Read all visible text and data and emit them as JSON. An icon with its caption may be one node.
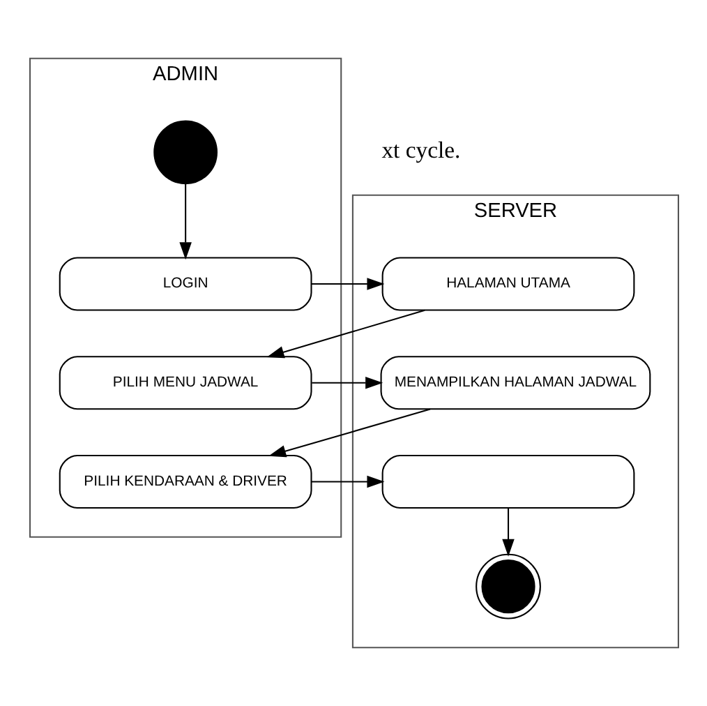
{
  "diagram": {
    "nodes": [
      {
        "text": [
          "ADMIN"
        ]
      },
      {
        "text": [
          "SERVER"
        ]
      },
      {
        "text": [],
        "shape": "circle",
        "in": 0
      },
      {
        "text": [
          "LOGIN"
        ],
        "in": 0
      },
      {
        "text": [
          "HALAMAN UTAMA"
        ],
        "in": 1
      },
      {
        "text": [
          "PILIH MENU JADWAL"
        ],
        "in": 0
      },
      {
        "text": [
          "MENAMPILKAN HALAMAN JADWAL"
        ],
        "in": 1
      },
      {
        "text": [
          "PILIH KENDARAAN & DRIVER"
        ],
        "in": 0
      },
      {
        "text": [],
        "shape": "box",
        "in": 1
      },
      {
        "text": [],
        "shape": "circle",
        "in": 1
      }
    ],
    "edges": [
      {
        "from": 2,
        "to": 3,
        "arrow": "to"
      },
      {
        "from": 3,
        "to": 4,
        "arrow": "to"
      },
      {
        "from": 4,
        "to": 5,
        "arrow": "to"
      },
      {
        "from": 5,
        "to": 6,
        "arrow": "to"
      },
      {
        "from": 6,
        "to": 7,
        "arrow": "to"
      },
      {
        "from": 7,
        "to": 8,
        "arrow": "to"
      },
      {
        "from": 8,
        "to": 9,
        "arrow": "to"
      }
    ],
    "labels": [
      "xt cycle."
    ]
  }
}
